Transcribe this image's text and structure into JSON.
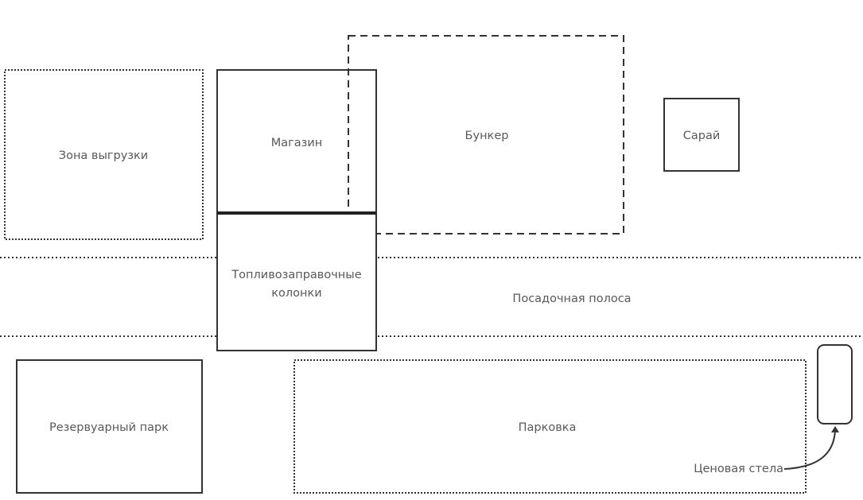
{
  "diagram": {
    "zones": {
      "unloading": "Зона выгрузки",
      "shop": "Магазин",
      "bunker": "Бункер",
      "shed": "Сарай",
      "fuel_line1": "Топливозаправочные",
      "fuel_line2": "колонки",
      "runway": "Посадочная полоса",
      "tank_farm": "Резервуарный парк",
      "parking": "Парковка",
      "price_sign": "Ценовая стела"
    },
    "colors": {
      "stroke": "#333333",
      "text": "#595959"
    }
  }
}
